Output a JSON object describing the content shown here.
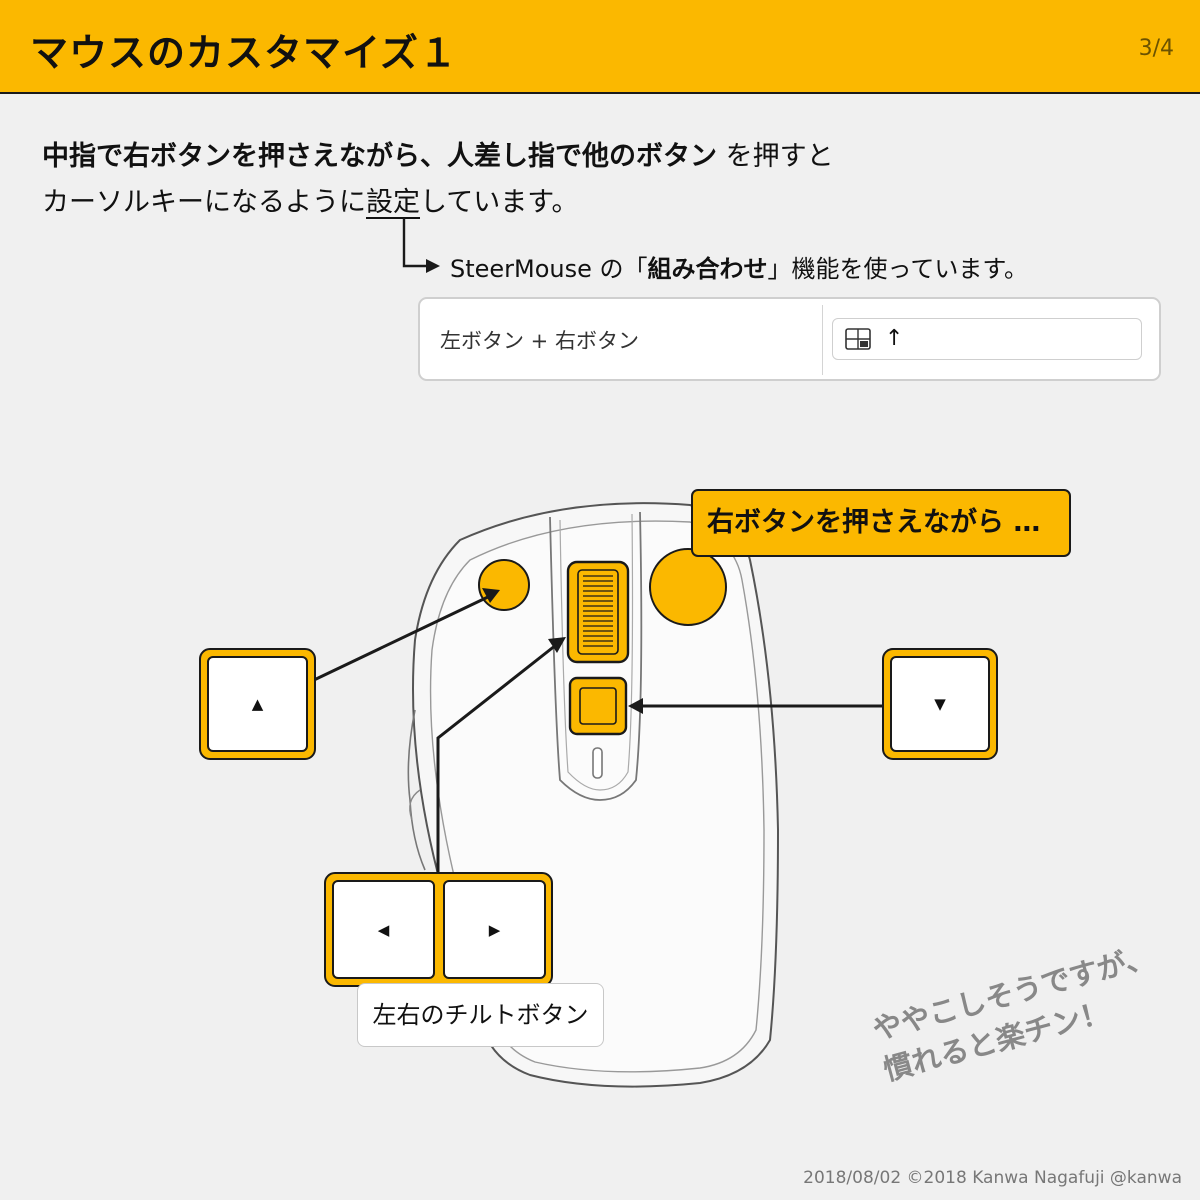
{
  "header": {
    "title": "マウスのカスタマイズ１",
    "page": "3/4"
  },
  "lead": {
    "bold_1": "中指で右ボタンを押さえながら、人差し指で他のボタン",
    "normal_1": " を押すと",
    "line2_before": "カーソルキーになるように",
    "line2_underlined": "設定",
    "line2_after": "しています。"
  },
  "note": {
    "before": "SteerMouse の「",
    "bold": "組み合わせ",
    "after": "」機能を使っています。"
  },
  "settings_panel": {
    "combo": "左ボタン + 右ボタン",
    "key_icon": "keyboard-icon",
    "value": "↑"
  },
  "callout": "右ボタンを押さえながら …",
  "keys": {
    "up": "▲",
    "down": "▼",
    "left": "◀",
    "right": "▶"
  },
  "tilt_label": "左右のチルトボタン",
  "handwritten": {
    "line1": "ややこしそうですが、",
    "line2": "慣れると楽チン！"
  },
  "footer": "2018/08/02 ©2018 Kanwa Nagafuji  @kanwa",
  "colors": {
    "accent": "#fbb800",
    "ink": "#1a1a1a",
    "background": "#f0f0f0"
  }
}
